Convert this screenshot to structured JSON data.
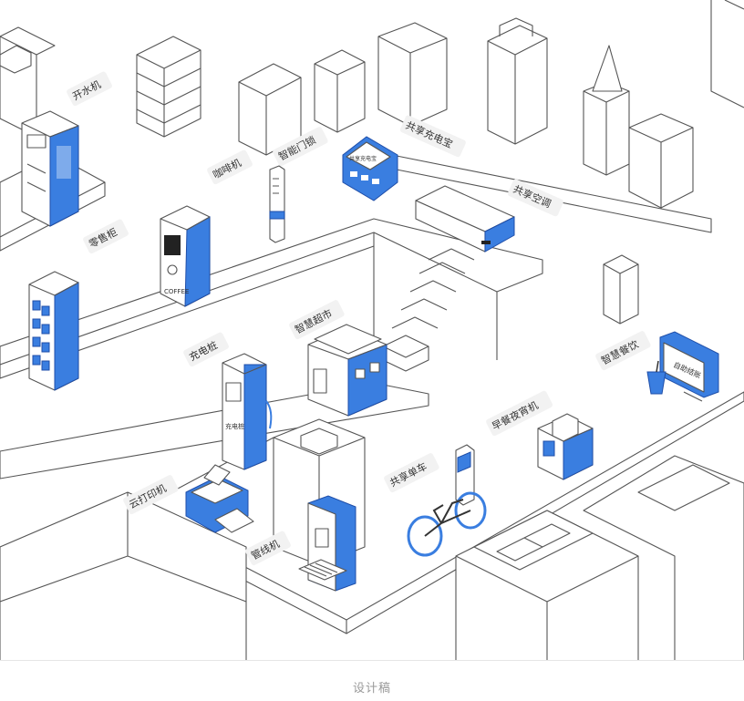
{
  "colors": {
    "accent": "#3a7ee0",
    "outline": "#555555",
    "label_bg": "#f2f2f2",
    "caption": "#9a9a9a"
  },
  "labels": {
    "boiled_water": "开水机",
    "coffee": "咖啡机",
    "smart_lock": "智能门锁",
    "power_bank": "共享充电宝",
    "shared_ac": "共享空调",
    "retail_cabinet": "零售柜",
    "smart_supermarket": "智慧超市",
    "charging_pile": "充电桩",
    "smart_dining": "智慧餐饮",
    "self_checkout": "自助结账",
    "breakfast_machine": "早餐夜宵机",
    "shared_bike": "共享单车",
    "cloud_print": "云打印机",
    "pipeline_machine": "管线机",
    "charging_pile_screen": "充电桩",
    "power_bank_screen": "共享充电宝",
    "coffee_screen": "COFFEE"
  },
  "caption": "设计稿"
}
